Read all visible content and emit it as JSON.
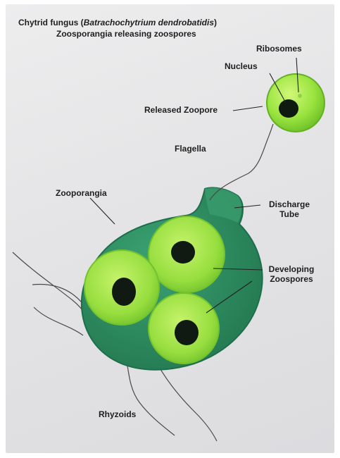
{
  "title": {
    "line1_prefix": "Chytrid fungus  (",
    "line1_species": "Batrachochytrium dendrobatidis",
    "line1_suffix": ")",
    "line2": "Zoosporangia releasing zoospores"
  },
  "labels": {
    "ribosomes": "Ribosomes",
    "nucleus": "Nucleus",
    "released_zoopore": "Released Zoopore",
    "flagella": "Flagella",
    "zooporangia": "Zooporangia",
    "discharge_tube_1": "Discharge",
    "discharge_tube_2": "Tube",
    "developing_zoospores_1": "Developing",
    "developing_zoospores_2": "Zoospores",
    "rhyzoids": "Rhyzoids"
  },
  "colors": {
    "sporangium": "#2e8f64",
    "sporangium_edge": "#1f6e4b",
    "zoospore_outer": "#8fdc3e",
    "zoospore_inner": "#b9ef60",
    "nucleus_dark": "#0e1a12",
    "background": "#e6e6e8"
  }
}
